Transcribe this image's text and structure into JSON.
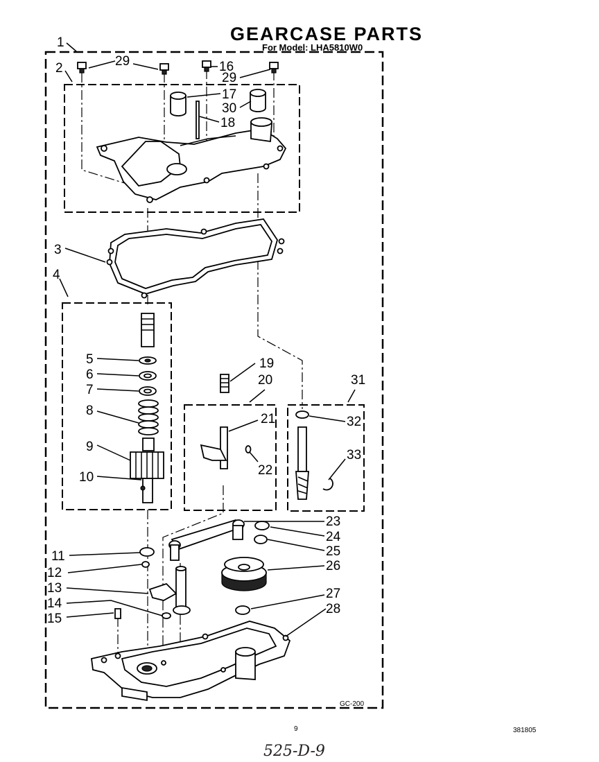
{
  "title": "GEARCASE PARTS",
  "subtitle": "For Model: LHA5810W0",
  "diagram_code": "GC-200",
  "page_number": "9",
  "doc_number": "381805",
  "handwritten_note": "525-D-9",
  "callouts": {
    "c1": "1",
    "c2": "2",
    "c3": "3",
    "c4": "4",
    "c5": "5",
    "c6": "6",
    "c7": "7",
    "c8": "8",
    "c9": "9",
    "c10": "10",
    "c11": "11",
    "c12": "12",
    "c13": "13",
    "c14": "14",
    "c15": "15",
    "c16": "16",
    "c17": "17",
    "c18": "18",
    "c19": "19",
    "c20": "20",
    "c21": "21",
    "c22": "22",
    "c23": "23",
    "c24": "24",
    "c25": "25",
    "c26": "26",
    "c27": "27",
    "c28": "28",
    "c29a": "29",
    "c29b": "29",
    "c30": "30",
    "c31": "31",
    "c32": "32",
    "c33": "33"
  }
}
